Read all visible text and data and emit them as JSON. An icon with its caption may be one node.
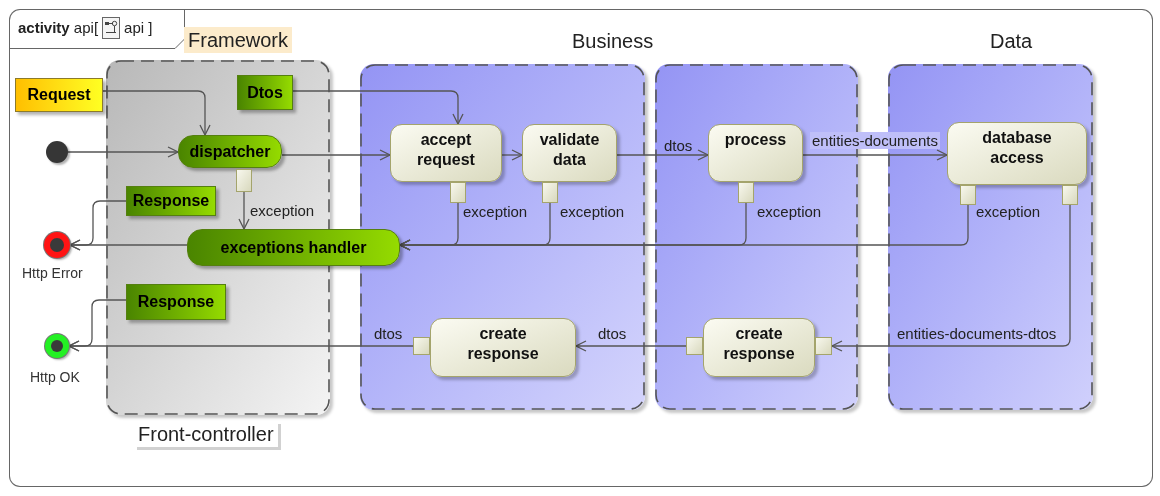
{
  "diagram": {
    "nodes": [
      {
        "text": [
          "**activity** api[",
          "api ]"
        ]
      },
      {
        "text": [
          "Framework",
          "Front-controller"
        ],
        "in": 0
      },
      {
        "text": [],
        "shape": "box",
        "in": 0
      },
      {
        "text": [],
        "shape": "box",
        "in": 0
      },
      {
        "text": [
          "Data"
        ],
        "in": 0
      },
      {
        "text": [
          "Request"
        ],
        "in": 0
      },
      {
        "text": [
          "Dtos"
        ],
        "in": 1
      },
      {
        "text": [],
        "shape": "circle",
        "in": 0
      },
      {
        "text": [
          "dispatcher"
        ],
        "in": 1
      },
      {
        "text": [],
        "shape": "box",
        "in": 1
      },
      {
        "text": [
          "Response"
        ],
        "in": 1
      },
      {
        "text": [
          "exceptions handler"
        ],
        "in": 0
      },
      {
        "text": [],
        "shape": "circle",
        "beside": [
          "Http Error"
        ],
        "in": 0
      },
      {
        "text": [
          "Response"
        ],
        "in": 1
      },
      {
        "text": [],
        "shape": "circle",
        "beside": [
          "Http OK"
        ],
        "in": 0
      },
      {
        "text": [
          "accept request"
        ],
        "in": 2
      },
      {
        "text": [],
        "shape": "box",
        "in": 2
      },
      {
        "text": [
          "validate data"
        ],
        "in": 2
      },
      {
        "text": [],
        "shape": "box",
        "in": 2
      },
      {
        "text": [
          "create response"
        ],
        "in": 2
      },
      {
        "text": [],
        "shape": "box",
        "in": 2
      },
      {
        "text": [
          "process"
        ],
        "in": 3
      },
      {
        "text": [],
        "shape": "box",
        "in": 3
      },
      {
        "text": [
          "create response"
        ],
        "in": 3
      },
      {
        "text": [],
        "shape": "box",
        "in": 3
      },
      {
        "text": [],
        "shape": "box",
        "in": 3
      },
      {
        "text": [
          "database access"
        ],
        "in": 4
      },
      {
        "text": [],
        "shape": "box",
        "in": 4
      },
      {
        "text": [],
        "shape": "box",
        "in": 4
      }
    ],
    "edges": [
      {
        "from": 5,
        "to": 8,
        "arrow": "to"
      },
      {
        "from": 7,
        "to": 8,
        "arrow": "to"
      },
      {
        "from": 6,
        "to": 15,
        "arrow": "to"
      },
      {
        "from": 8,
        "to": 15,
        "arrow": "to"
      },
      {
        "from": 9,
        "to": 11,
        "arrow": "to",
        "label": "exception"
      },
      {
        "from": 10,
        "to": 12,
        "arrow": "to"
      },
      {
        "from": 11,
        "to": 12,
        "arrow": "to"
      },
      {
        "from": 13,
        "to": 14,
        "arrow": "to"
      },
      {
        "from": 20,
        "to": 14,
        "arrow": "to",
        "label": "dtos"
      },
      {
        "from": 15,
        "to": 17,
        "arrow": "to"
      },
      {
        "from": 17,
        "to": 21,
        "arrow": "to",
        "label": "dtos"
      },
      {
        "from": 16,
        "to": 11,
        "arrow": "to",
        "label": "exception"
      },
      {
        "from": 18,
        "to": 11,
        "arrow": "to",
        "label": "exception"
      },
      {
        "from": 21,
        "to": 26,
        "arrow": "to",
        "label": "entities-documents"
      },
      {
        "from": 22,
        "to": 11,
        "arrow": "to",
        "label": "exception"
      },
      {
        "from": 27,
        "to": 11,
        "arrow": "to",
        "label": "exception"
      },
      {
        "from": 28,
        "to": 25,
        "arrow": "to",
        "label": "entities-documents-dtos"
      },
      {
        "from": 24,
        "to": 19,
        "arrow": "to",
        "label": "dtos"
      }
    ],
    "labels": [
      "Business"
    ]
  }
}
